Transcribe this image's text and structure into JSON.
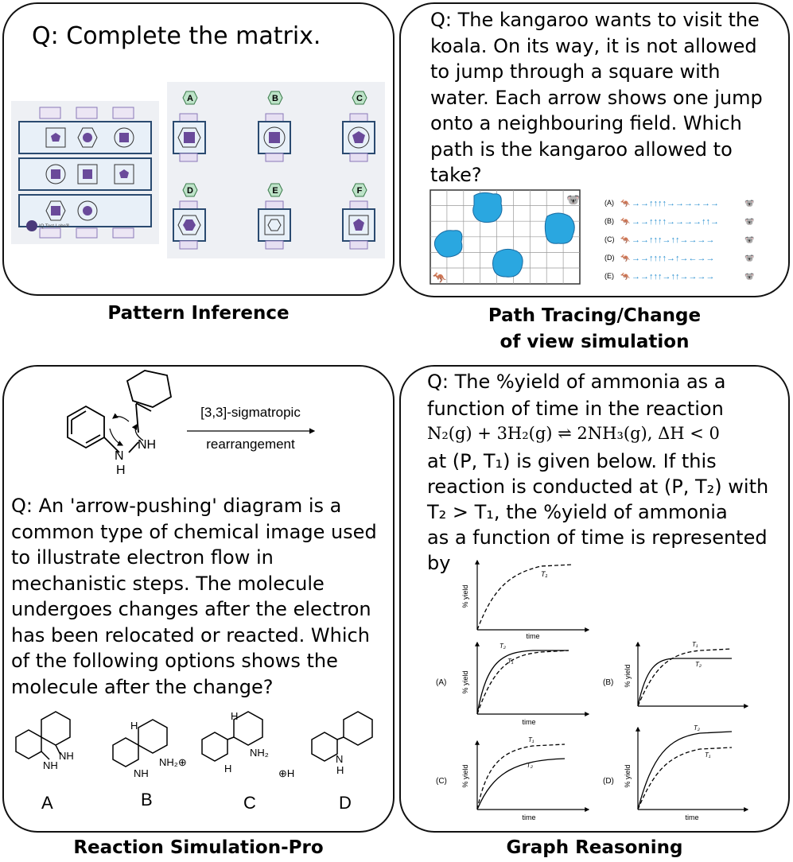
{
  "panels": {
    "pattern": {
      "question": "Q: Complete the matrix.",
      "caption": "Pattern Inference",
      "options": [
        "A",
        "B",
        "C",
        "D",
        "E",
        "F"
      ],
      "logo_text": "IQ Test Labs®"
    },
    "path": {
      "question": "Q: The kangaroo wants to visit the koala. On its way, it is not allowed to jump through a square with water. Each arrow shows one jump onto a neighbouring field. Which path is the kangaroo allowed to take?",
      "caption_line1": "Path Tracing/Change",
      "caption_line2": "of view simulation",
      "options": [
        "(A)",
        "(B)",
        "(C)",
        "(D)",
        "(E)"
      ]
    },
    "reaction": {
      "reaction_label_top": "[3,3]-sigmatropic",
      "reaction_label_bottom": "rearrangement",
      "atom_nh": "NH",
      "atom_n": "N",
      "atom_h": "H",
      "question": "Q: An 'arrow-pushing' diagram is a common type of chemical image used to illustrate electron flow in mechanistic steps. The molecule undergoes changes after the electron has been relocated or reacted. Which of the following options shows the molecule after the change?",
      "option_labels": [
        "A",
        "B",
        "C",
        "D"
      ],
      "atom_labels": {
        "a_nh": "NH",
        "a_nh_lower": "NH",
        "b_h": "H",
        "b_nh": "NH",
        "b_nh2": "NH₂⊕",
        "c_h": "H",
        "c_nh2": "NH₂",
        "c_hn": "H",
        "c_hplus": "⊕H",
        "d_n": "N",
        "d_h": "H"
      },
      "caption": "Reaction Simulation-Pro"
    },
    "graph": {
      "q_line1": "Q: The %yield of ammonia as a",
      "q_line2": "function of time in the reaction",
      "equation": "N₂(g) + 3H₂(g) ⇌ 2NH₃(g), ΔH < 0",
      "q_line4": "at (P, T₁) is given below. If this",
      "q_line5": "reaction is conducted at (P, T₂) with",
      "q_line6": "T₂ > T₁, the %yield of ammonia",
      "q_line7": "as a function of time is represented",
      "q_line8": "by",
      "ylabel": "% yield",
      "xlabel": "time",
      "t1": "T₁",
      "t2": "T₂",
      "subplot_labels": [
        "(A)",
        "(B)",
        "(C)",
        "(D)"
      ],
      "caption": "Graph Reasoning"
    }
  }
}
